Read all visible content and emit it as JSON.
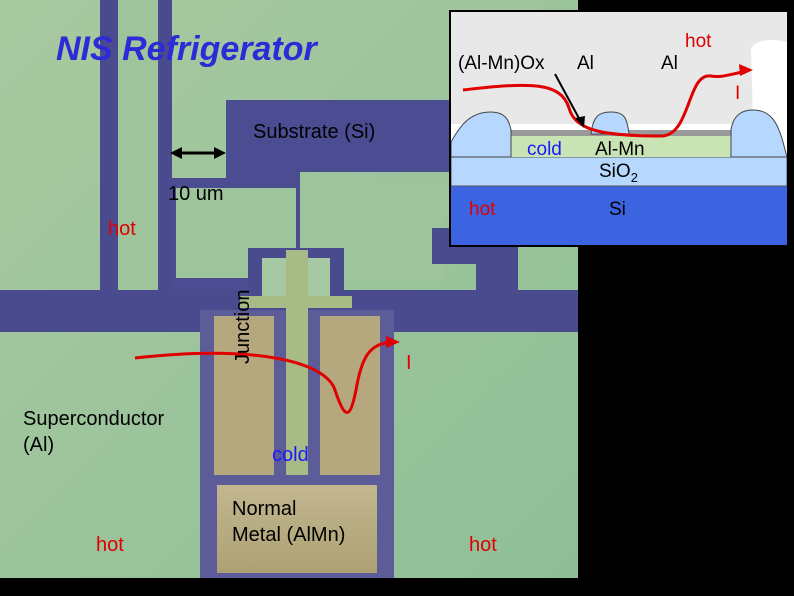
{
  "title": "NIS Refrigerator",
  "labels": {
    "substrate": "Substrate (Si)",
    "scale": "10 um",
    "hot_left": "hot",
    "junction": "Junction",
    "current_main": "I",
    "superconductor_line1": "Superconductor",
    "superconductor_line2": "(Al)",
    "cold_main": "cold",
    "hot_bottom_left": "hot",
    "normal_metal_line1": "Normal",
    "normal_metal_line2": "Metal (AlMn)",
    "hot_bottom_right": "hot"
  },
  "inset": {
    "oxide": "(Al-Mn)Ox",
    "al_left": "Al",
    "al_right": "Al",
    "hot_top": "hot",
    "current": "I",
    "cold": "cold",
    "almn": "Al-Mn",
    "sio2_base": "SiO",
    "sio2_sub": "2",
    "hot_mid": "hot",
    "si": "Si"
  },
  "colors": {
    "title": "#2e2ad8",
    "arrow": "#e00000",
    "substrate_purple": "#4a4a8e",
    "metal_green": "#9cc498",
    "normal_metal_tan": "#b9ad86"
  }
}
